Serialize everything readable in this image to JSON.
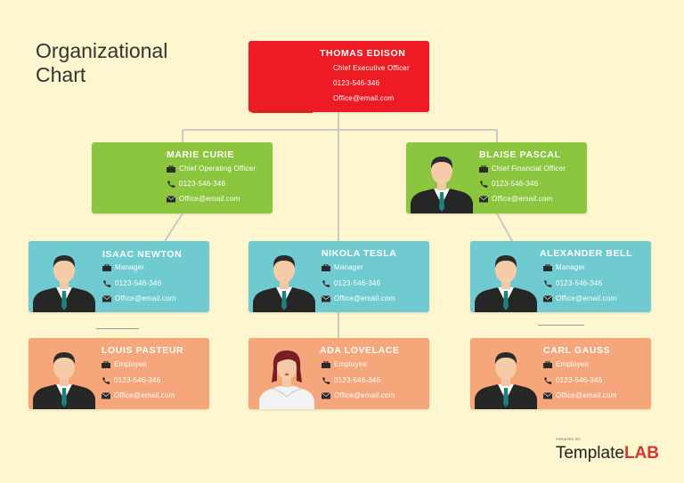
{
  "title": {
    "line1": "Organizational",
    "line2": "Chart"
  },
  "colors": {
    "red": "#ed1c24",
    "green": "#8cc63f",
    "teal": "#6fcbd0",
    "orange": "#f6a67b",
    "background": "#fdf6cf",
    "line": "#c8c8c8"
  },
  "people": {
    "ceo": {
      "name": "THOMAS EDISON",
      "role": "Chief Executive Officer",
      "phone": "0123-546-346",
      "email": "Office@email.com"
    },
    "marie": {
      "name": "MARIE CURIE",
      "role": "Chief Operating Officer",
      "phone": "0123-546-346",
      "email": "Office@email.com"
    },
    "blaise": {
      "name": "BLAISE PASCAL",
      "role": "Chief Financial Officer",
      "phone": "0123-546-346",
      "email": "Office@email.com"
    },
    "isaac": {
      "name": "ISAAC NEWTON",
      "role": "Manager",
      "phone": "0123-546-346",
      "email": "Office@email.com"
    },
    "nikola": {
      "name": "NIKOLA TESLA",
      "role": "Manager",
      "phone": "0123-546-346",
      "email": "Office@email.com"
    },
    "alex": {
      "name": "ALEXANDER BELL",
      "role": "Manager",
      "phone": "0123-546-346",
      "email": "Office@email.com"
    },
    "louis": {
      "name": "LOUIS PASTEUR",
      "role": "Employee",
      "phone": "0123-546-346",
      "email": "Office@email.com"
    },
    "ada": {
      "name": "ADA LOVELACE",
      "role": "Employee",
      "phone": "0123-546-346",
      "email": "Office@email.com"
    },
    "carl": {
      "name": "CARL GAUSS",
      "role": "Employee",
      "phone": "0123-546-346",
      "email": "Office@email.com"
    }
  },
  "icons": {
    "role": "briefcase-icon",
    "phone": "phone-icon",
    "email": "envelope-icon"
  },
  "brand": {
    "created_by": "CREATED BY",
    "name_part1": "Template",
    "name_part2": "LAB"
  }
}
